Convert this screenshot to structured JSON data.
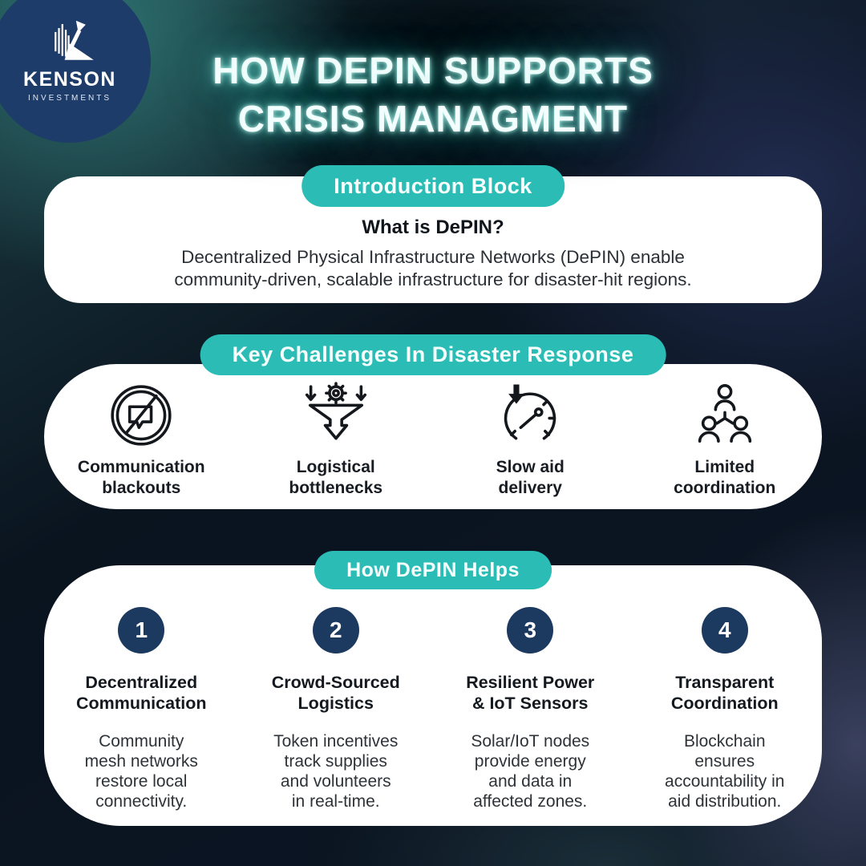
{
  "brand": {
    "name": "KENSON",
    "subtitle": "INVESTMENTS",
    "logo_icon": "kenson-k-arrow-logo"
  },
  "title": {
    "line1": "HOW DEPIN SUPPORTS",
    "line2": "CRISIS MANAGMENT"
  },
  "colors": {
    "accent_teal": "#2abcb5",
    "navy_number_circle": "#1c3a60",
    "logo_circle_navy": "#1e3c69",
    "card_white": "#ffffff",
    "title_glow_teal": "#74f2e4",
    "icon_ink": "#14181d"
  },
  "sections": {
    "intro": {
      "badge": "Introduction Block",
      "heading": "What is DePIN?",
      "body_lines": [
        "Decentralized Physical Infrastructure Networks (DePIN) enable",
        "community-driven, scalable infrastructure for disaster-hit regions."
      ]
    },
    "challenges": {
      "badge": "Key Challenges In Disaster Response",
      "items": [
        {
          "icon": "no-communication-icon",
          "label_lines": [
            "Communication",
            "blackouts"
          ]
        },
        {
          "icon": "bottleneck-funnel-icon",
          "label_lines": [
            "Logistical",
            "bottlenecks"
          ]
        },
        {
          "icon": "slow-speedometer-icon",
          "label_lines": [
            "Slow aid",
            "delivery"
          ]
        },
        {
          "icon": "people-hierarchy-icon",
          "label_lines": [
            "Limited",
            "coordination"
          ]
        }
      ]
    },
    "helps": {
      "badge": "How DePIN Helps",
      "items": [
        {
          "number": "1",
          "title_lines": [
            "Decentralized",
            "Communication"
          ],
          "body_lines": [
            "Community",
            "mesh networks",
            "restore local",
            "connectivity."
          ]
        },
        {
          "number": "2",
          "title_lines": [
            "Crowd-Sourced",
            "Logistics"
          ],
          "body_lines": [
            "Token incentives",
            "track supplies",
            "and volunteers",
            "in real-time."
          ]
        },
        {
          "number": "3",
          "title_lines": [
            "Resilient Power",
            "& IoT Sensors"
          ],
          "body_lines": [
            "Solar/IoT nodes",
            "provide energy",
            "and data in",
            "affected zones."
          ]
        },
        {
          "number": "4",
          "title_lines": [
            "Transparent",
            "Coordination"
          ],
          "body_lines": [
            "Blockchain",
            "ensures",
            "accountability in",
            "aid distribution."
          ]
        }
      ]
    }
  }
}
